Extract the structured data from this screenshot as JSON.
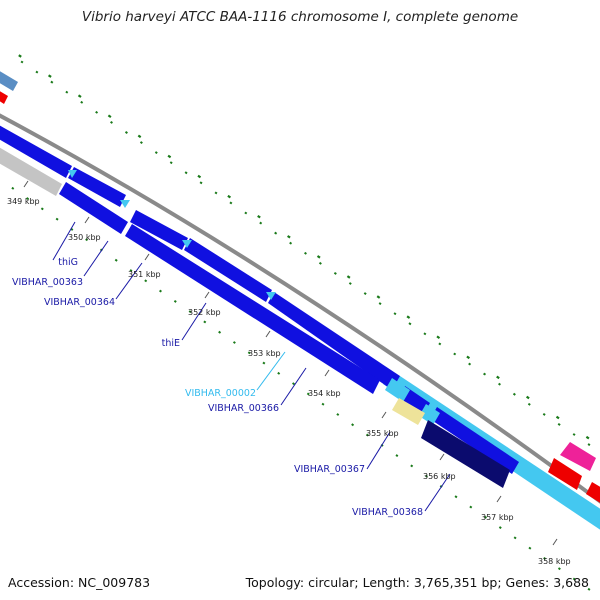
{
  "title": "Vibrio harveyi ATCC BAA-1116 chromosome I, complete genome",
  "footer": {
    "accession": "Accession: NC_009783",
    "summary": "Topology: circular; Length: 3,765,351 bp; Genes: 3,688"
  },
  "ticks": [
    "349 kbp",
    "350 kbp",
    "351 kbp",
    "352 kbp",
    "353 kbp",
    "354 kbp",
    "355 kbp",
    "356 kbp",
    "357 kbp",
    "358 kbp"
  ],
  "genes": [
    {
      "id": "thiG",
      "label": "thiG",
      "color": "#1a1aa6"
    },
    {
      "id": "vibhar-00363",
      "label": "VIBHAR_00363",
      "color": "#1a1aa6"
    },
    {
      "id": "vibhar-00364",
      "label": "VIBHAR_00364",
      "color": "#1a1aa6"
    },
    {
      "id": "thiE",
      "label": "thiE",
      "color": "#1a1aa6"
    },
    {
      "id": "vibhar-00002",
      "label": "VIBHAR_00002",
      "color": "#33bbee"
    },
    {
      "id": "vibhar-00366",
      "label": "VIBHAR_00366",
      "color": "#1a1aa6"
    },
    {
      "id": "vibhar-00367",
      "label": "VIBHAR_00367",
      "color": "#1a1aa6"
    },
    {
      "id": "vibhar-00368",
      "label": "VIBHAR_00368",
      "color": "#1a1aa6"
    }
  ],
  "colors": {
    "gene_blue": "#1010e0",
    "dark_navy": "#0b0b6e",
    "light_cyan": "#44c8f0",
    "pale_yellow": "#eee39a",
    "track_gray": "#8a8a8a",
    "light_gray": "#c4c4c4",
    "dot_green": "#1a7a1a",
    "red": "#ee0000",
    "magenta": "#ee2299",
    "steel_blue": "#5a8ec4"
  }
}
